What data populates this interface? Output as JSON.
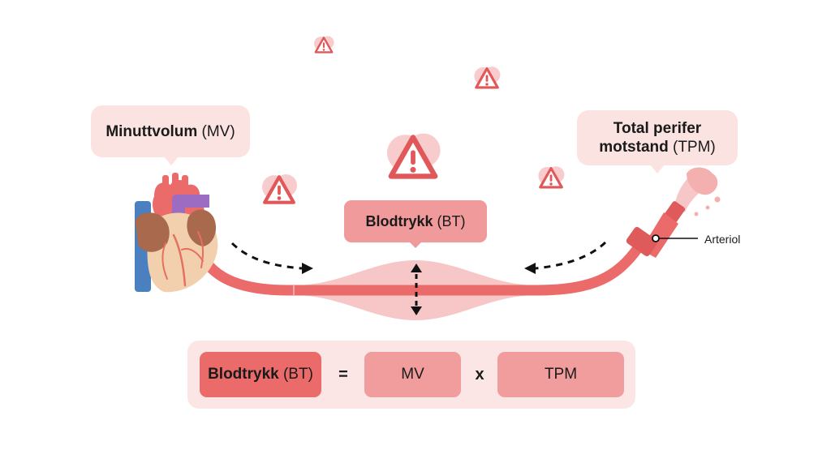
{
  "labels": {
    "mv_bold": "Minuttvolum",
    "mv_abbr": "(MV)",
    "tpm_line1": "Total perifer",
    "tpm_line2_bold": "motstand",
    "tpm_abbr": "(TPM)",
    "bt_bold": "Blodtrykk",
    "bt_abbr": "(BT)",
    "arteriol": "Arteriol"
  },
  "formula": {
    "left_bold": "Blodtrykk",
    "left_abbr": "(BT)",
    "equals": "=",
    "term1": "MV",
    "times": "x",
    "term2": "TPM"
  },
  "icons": [
    "heart-icon",
    "arteriole-icon",
    "warning-icon",
    "double-arrow-icon",
    "dashed-arrow-icon"
  ],
  "colors": {
    "vessel": "#ea6b6a",
    "bubble": "#fbe3e1",
    "accent": "#f19a9b",
    "vein": "#4a7fc0",
    "aorta": "#9c6cc2"
  }
}
